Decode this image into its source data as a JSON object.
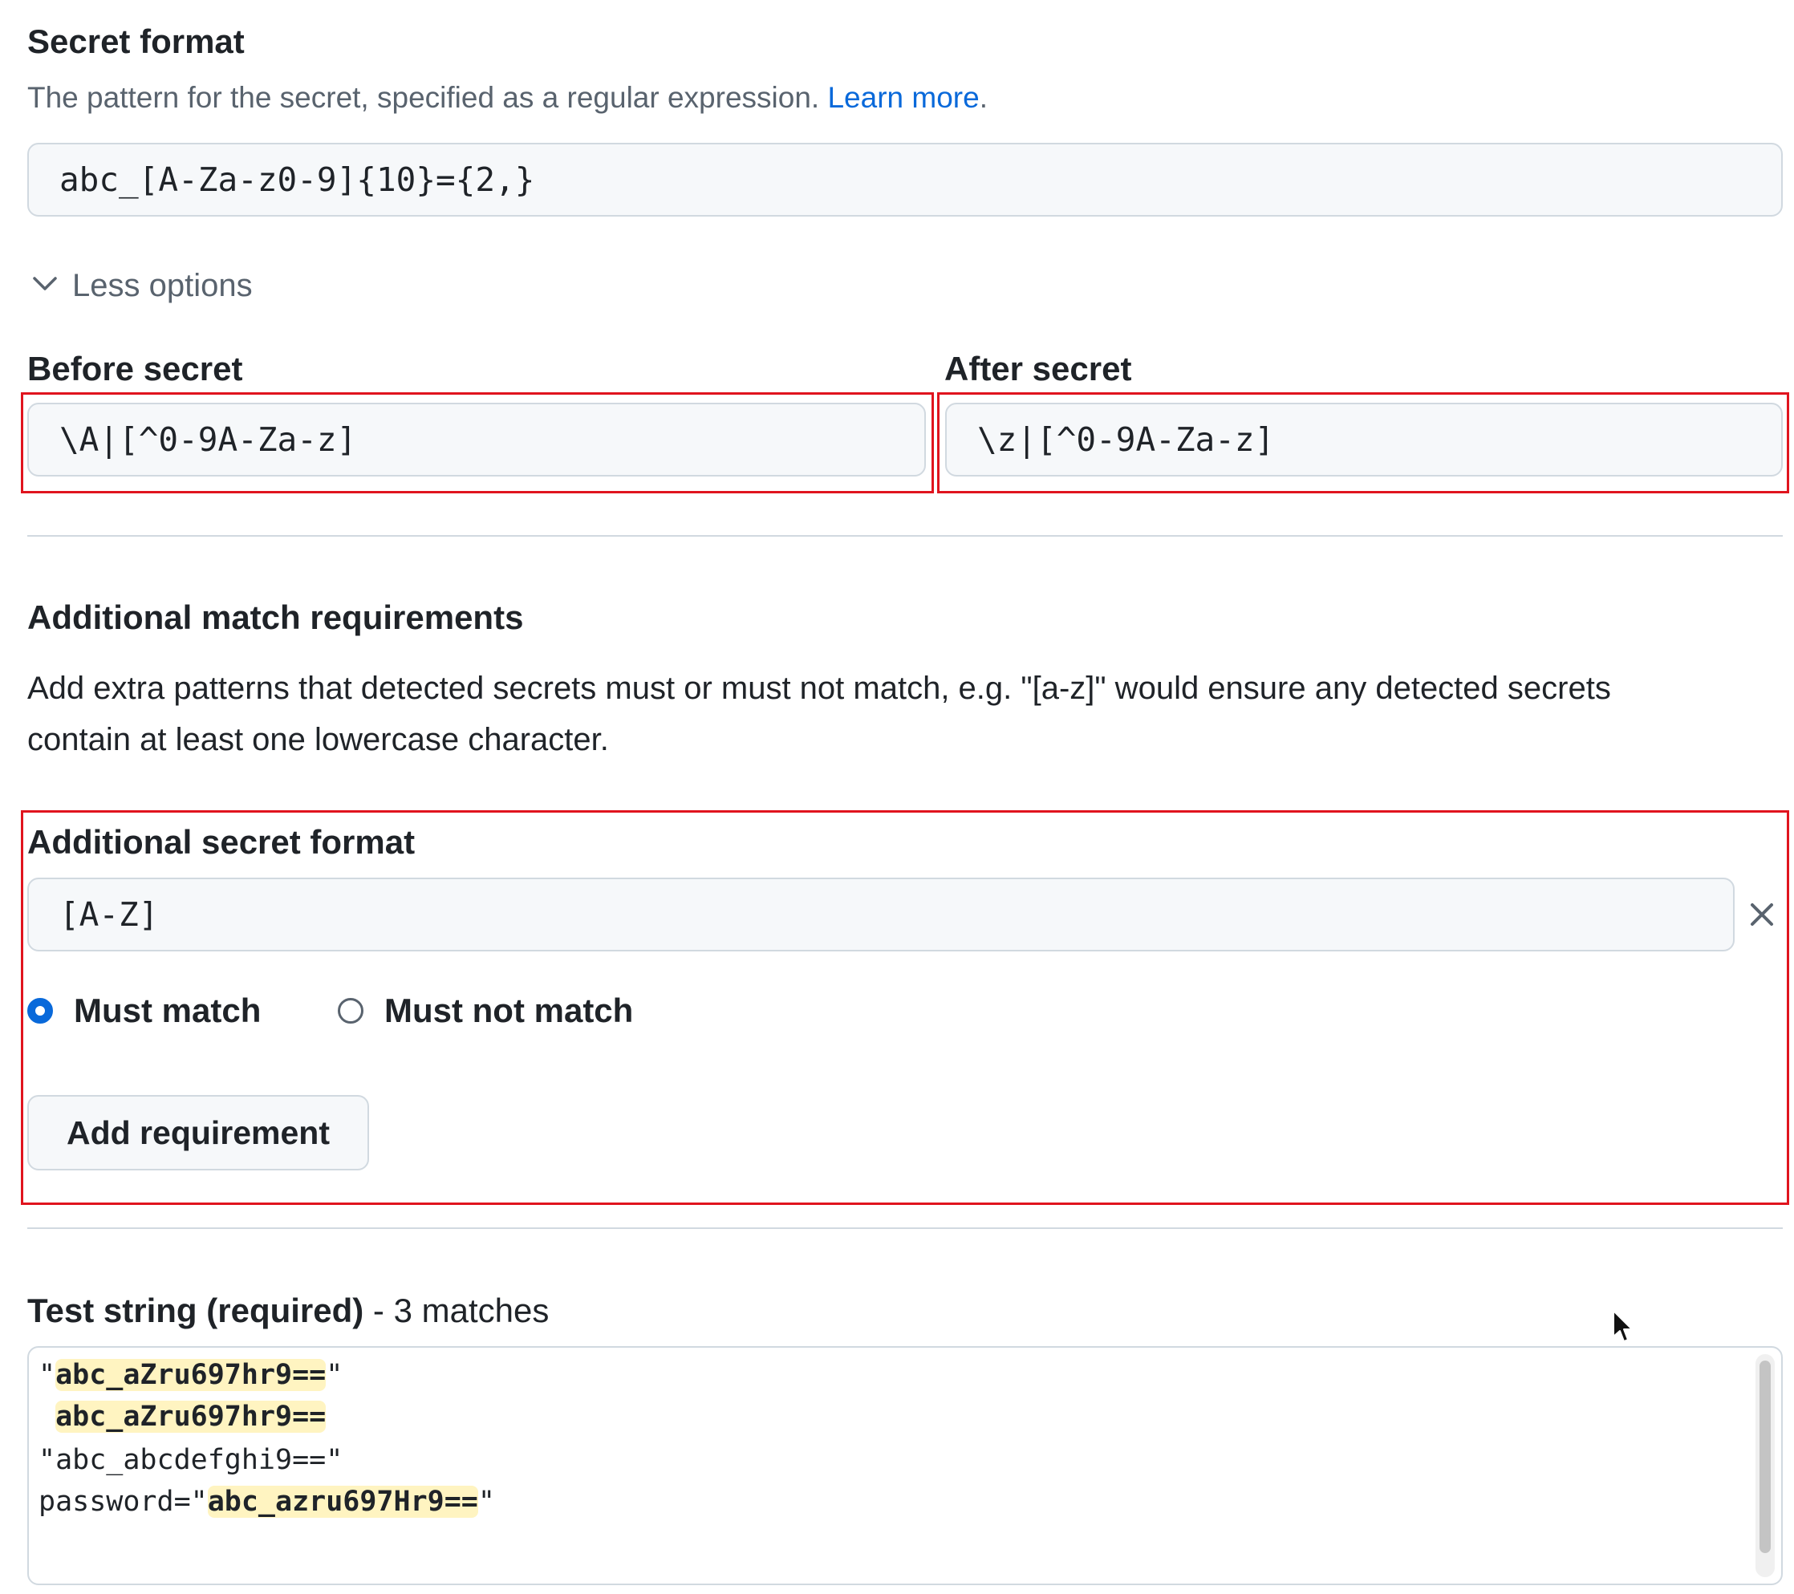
{
  "secret_format": {
    "label": "Secret format",
    "description": "The pattern for the secret, specified as a regular expression. ",
    "learn_more": "Learn more",
    "period": ".",
    "value": "abc_[A-Za-z0-9]{10}={2,}"
  },
  "options_toggle": {
    "label": "Less options"
  },
  "before_secret": {
    "label": "Before secret",
    "value": "\\A|[^0-9A-Za-z]"
  },
  "after_secret": {
    "label": "After secret",
    "value": "\\z|[^0-9A-Za-z]"
  },
  "additional": {
    "heading": "Additional match requirements",
    "description_line1": "Add extra patterns that detected secrets must or must not match, e.g. \"[a-z]\" would ensure any detected secrets",
    "description_line2": "contain at least one lowercase character.",
    "format_label": "Additional secret format",
    "format_value": "[A-Z]",
    "must_match": "Must match",
    "must_not_match": "Must not match",
    "selected": "Must match",
    "add_button": "Add requirement"
  },
  "test_string": {
    "label": "Test string (required)",
    "matches": " - 3 matches",
    "lines": [
      {
        "pre": "\"",
        "match": "abc_aZru697hr9==",
        "post": "\""
      },
      {
        "pre": " ",
        "match": "abc_aZru697hr9==",
        "post": ""
      },
      {
        "pre": "\"abc_abcdefghi9==\"",
        "match": "",
        "post": ""
      },
      {
        "pre": "password=\"",
        "match": "abc_azru697Hr9==",
        "post": "\""
      }
    ]
  },
  "colors": {
    "link": "#0969da",
    "highlight": "#fff4c1",
    "annotation_box": "#e0141e",
    "radio_selected": "#0969da"
  }
}
